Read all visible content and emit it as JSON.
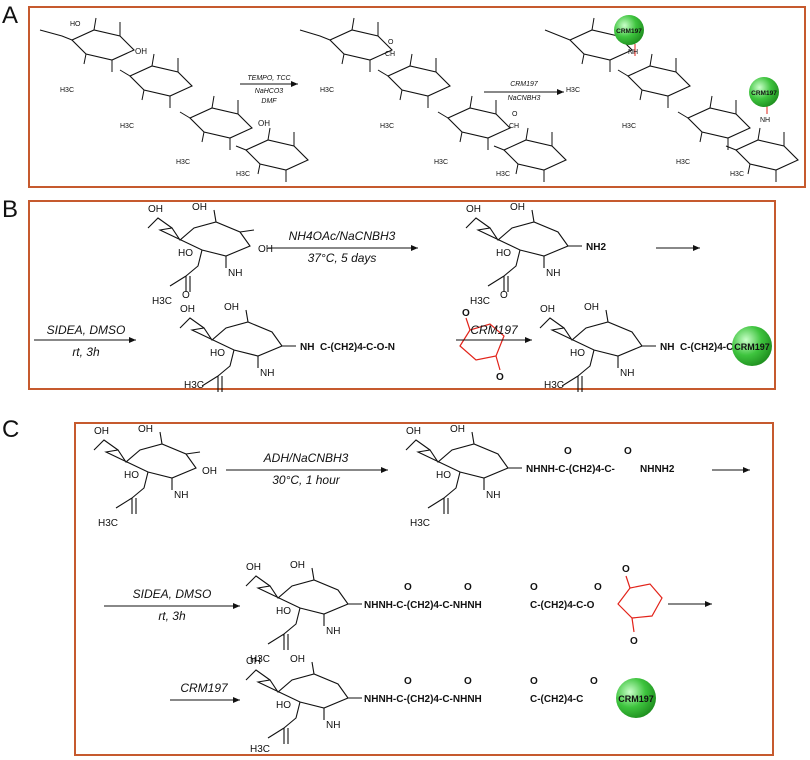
{
  "panels": [
    {
      "letter": "A"
    },
    {
      "letter": "B"
    },
    {
      "letter": "C"
    }
  ],
  "panel_a": {
    "steps": [
      {
        "lines": [
          "TEMPO, TCC",
          "NaHCO3",
          "DMF"
        ]
      },
      {
        "lines": [
          "CRM197",
          "NaCNBH3"
        ]
      }
    ],
    "reactive_groups": [
      "OH",
      "CH",
      "O",
      "NH"
    ],
    "carrier_label": "CRM197"
  },
  "panel_b": {
    "steps": [
      {
        "lines": [
          "NH4OAc/NaCNBH3",
          "37°C, 5 days"
        ]
      },
      {
        "lines": [
          "SIDEA, DMSO",
          "rt, 3h"
        ]
      },
      {
        "lines": [
          "CRM197"
        ]
      }
    ],
    "amine_label": "NH2",
    "linker_nh": "NH",
    "linker_chain": "C-(CH2)4-C-O-N",
    "carrier_label": "CRM197"
  },
  "panel_c": {
    "steps": [
      {
        "lines": [
          "ADH/NaCNBH3",
          "30°C, 1 hour"
        ]
      },
      {
        "lines": [
          "SIDEA, DMSO",
          "rt, 3h"
        ]
      },
      {
        "lines": [
          "CRM197"
        ]
      }
    ],
    "hydrazide_end": "NHNH2",
    "linker_chain": "NHNH-C-(CH2)4-C-NHNH",
    "ester_chain": "C-(CH2)4-C-O",
    "carrier_label": "CRM197"
  },
  "colors": {
    "border": "#c65a2e",
    "red": "#e2231a",
    "blue": "#1a1aa8",
    "green": "#3ec43e"
  }
}
